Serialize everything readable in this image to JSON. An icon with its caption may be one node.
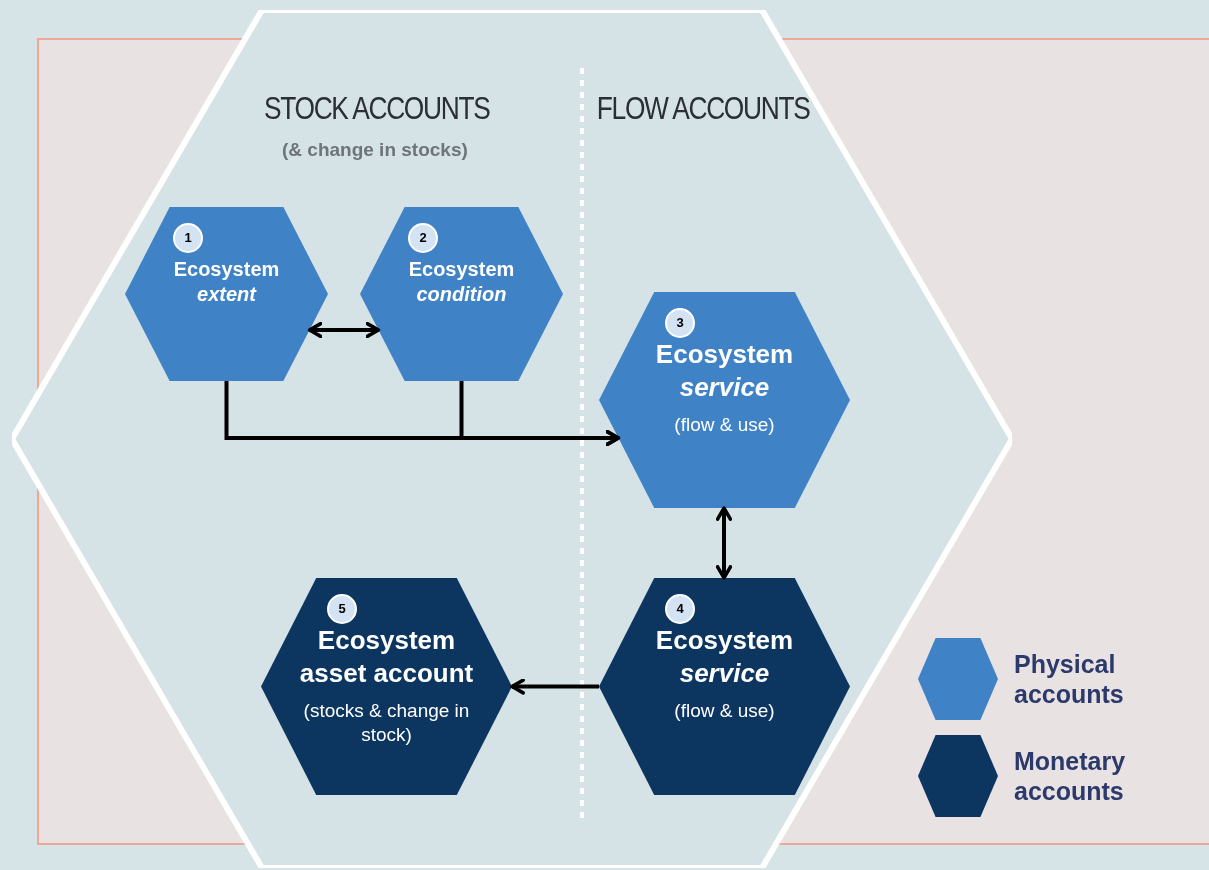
{
  "diagram": {
    "nodes": [
      {
        "text": [
          "STOCK ACCOUNTS",
          "(& change in stocks)",
          "FLOW ACCOUNTS"
        ]
      },
      {
        "text": [
          "1",
          "Ecosystem *extent*"
        ],
        "in": 0
      },
      {
        "text": [
          "2",
          "Ecosystem *condition*"
        ],
        "in": 0
      },
      {
        "text": [
          "3",
          "Ecosystem *service*",
          "(flow & use)"
        ],
        "in": 0
      },
      {
        "text": [
          "4",
          "Ecosystem *service*",
          "(flow & use)"
        ],
        "in": 0
      },
      {
        "text": [
          "5",
          "Ecosystem asset account",
          "(stocks & change in stock)"
        ],
        "in": 0
      }
    ],
    "edges": [
      {
        "from": 1,
        "to": 2,
        "arrow": "both"
      },
      {
        "from": 1,
        "to": 3,
        "arrow": "to"
      },
      {
        "from": 2,
        "to": 3,
        "arrow": "to"
      },
      {
        "from": 3,
        "to": 4,
        "arrow": "both"
      },
      {
        "from": 4,
        "to": 5,
        "arrow": "to"
      }
    ],
    "legend": [
      {
        "text": "Physical accounts",
        "color": "#3f82c6"
      },
      {
        "text": "Monetary accounts",
        "color": "#0c355f"
      }
    ]
  }
}
